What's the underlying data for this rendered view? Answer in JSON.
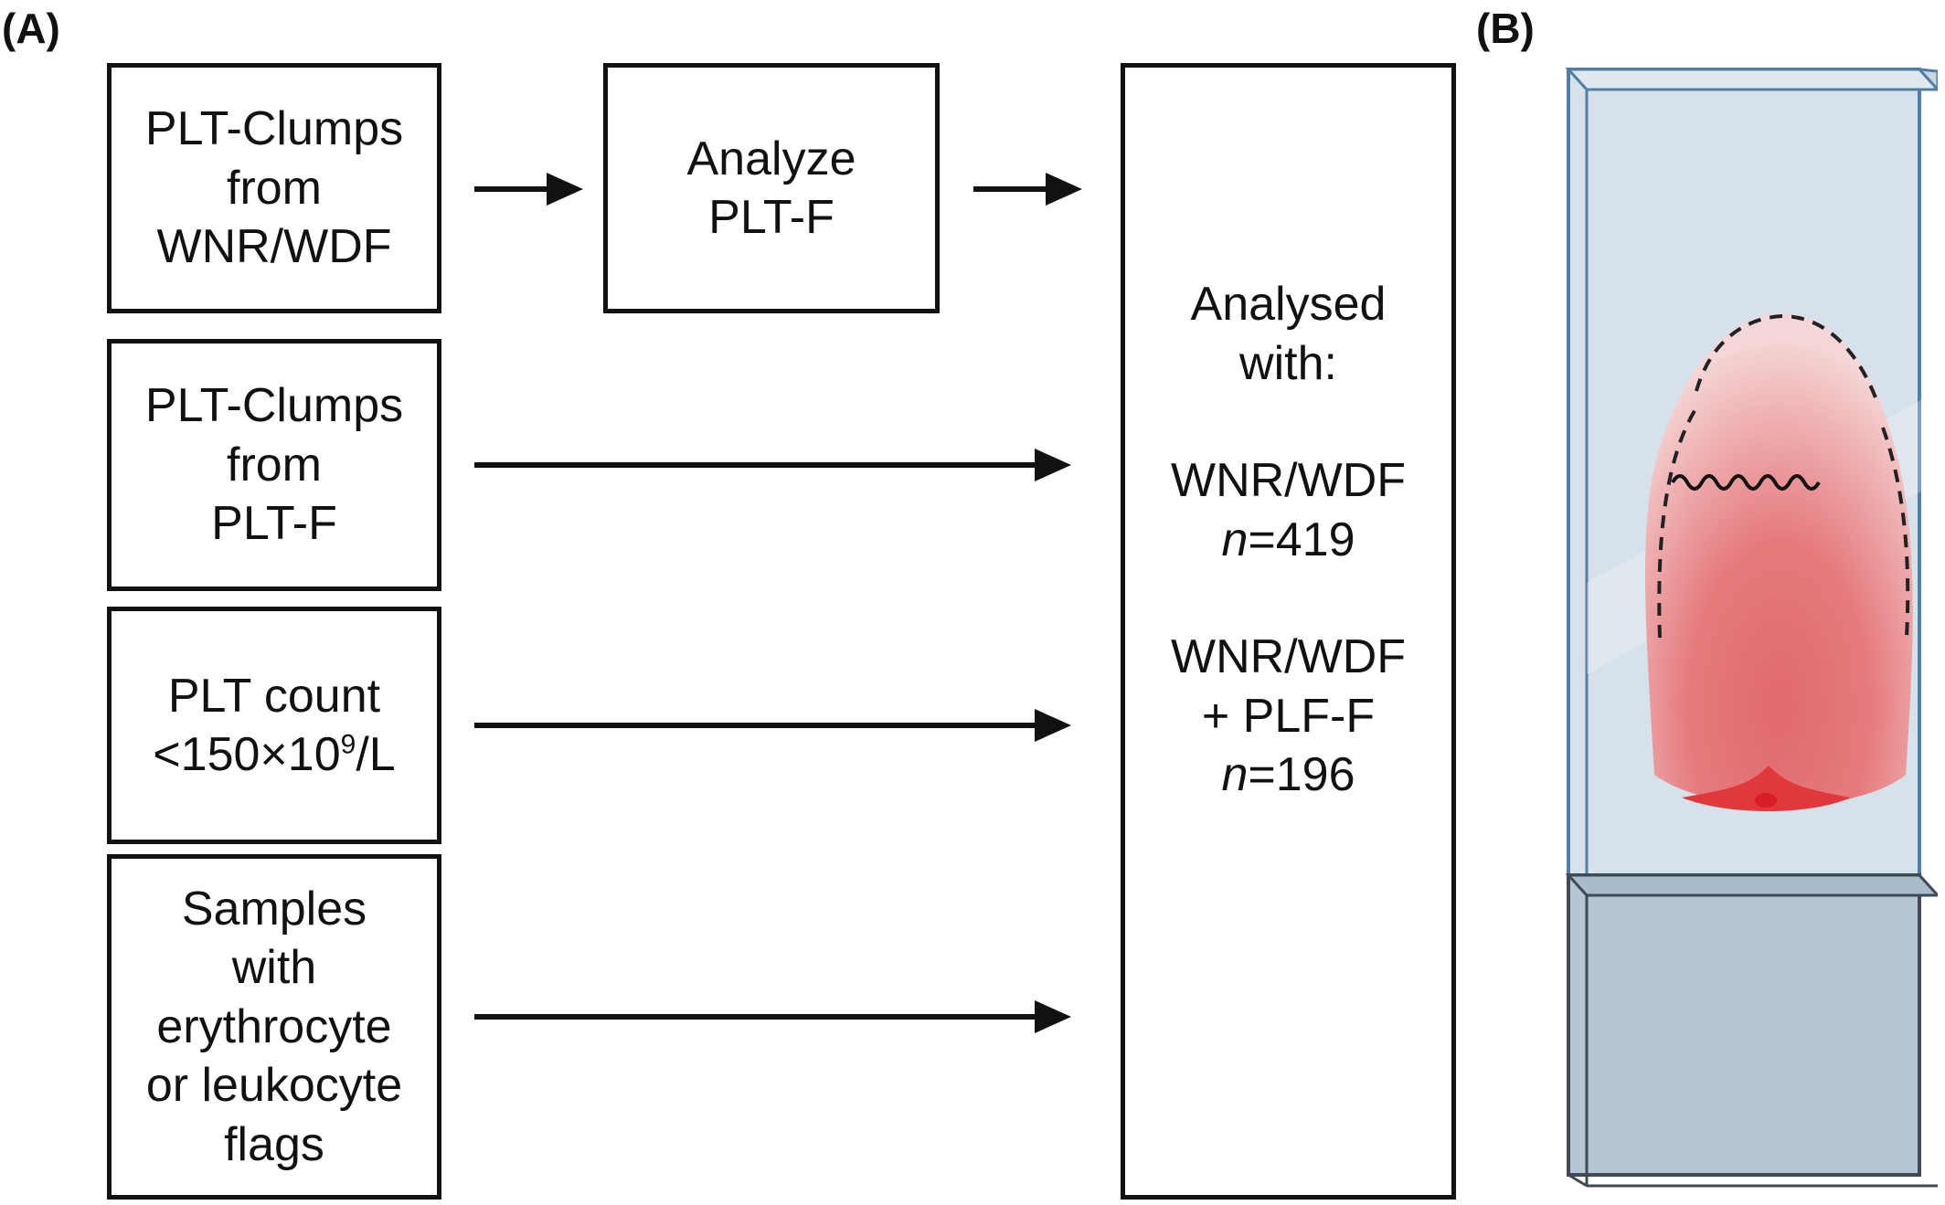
{
  "panel_a": {
    "label": "(A)",
    "input_boxes": [
      {
        "lines": [
          "PLT-Clumps",
          "from",
          "WNR/WDF"
        ]
      },
      {
        "lines": [
          "PLT-Clumps",
          "from",
          "PLT-F"
        ]
      },
      {
        "lines_main": [
          "PLT count"
        ],
        "count_prefix": "<150×10",
        "count_sup": "9",
        "count_suffix": "/L"
      },
      {
        "lines": [
          "Samples",
          "with",
          "erythrocyte",
          "or leukocyte",
          "flags"
        ]
      }
    ],
    "analyze_box": {
      "lines": [
        "Analyze",
        "PLT-F"
      ]
    },
    "result_box": {
      "heading": [
        "Analysed",
        "with:"
      ],
      "group1_method": "WNR/WDF",
      "group1_n_symbol": "n",
      "group1_n_value": "=419",
      "group2_method": "WNR/WDF",
      "group2_extra": "+ PLF-F",
      "group2_n_symbol": "n",
      "group2_n_value": "=196"
    }
  },
  "panel_b": {
    "label": "(B)",
    "colors": {
      "glass_fill": "#d6e1ea",
      "glass_edge": "#4f7fa6",
      "frosted_fill": "#b4c6d3",
      "frosted_edge": "#3f4a55",
      "blood_dark": "#e06a6e",
      "blood_light": "#f5d6d6",
      "drop_core": "#e02a2e"
    },
    "icons": [
      "microscope-slide-icon",
      "blood-smear-icon"
    ]
  },
  "colors": {
    "line": "#111111",
    "background": "#ffffff"
  }
}
